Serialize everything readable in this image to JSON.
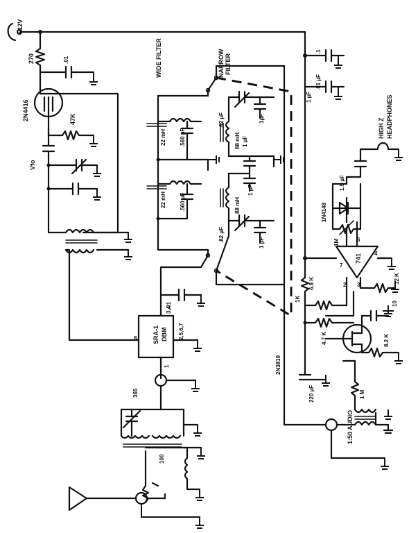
{
  "supply": {
    "label": "+12V"
  },
  "oscillator": {
    "transistor": "2N4416",
    "r_drain": "270",
    "c_bypass": ".01",
    "r_source": "47K",
    "c_var": "Vfo"
  },
  "mixer": {
    "name": "SRA-1",
    "sub": "DBM",
    "pin_8": "8",
    "pin_34": "3,4",
    "pin_2567": "2,5,6,7",
    "pin_1": "1",
    "c_out": ".01"
  },
  "front_end": {
    "cap": "365",
    "pot": "100"
  },
  "wide_filter": {
    "label": "WIDE FILTER",
    "l1": "22 mH",
    "l2": "22 mH",
    "c1": ".560 µF",
    "c2": ".560 µF"
  },
  "narrow_filter": {
    "label_1": "NARROW",
    "label_2": "FILTER",
    "c_top": ".82 µF",
    "c_bot": ".82 µF",
    "c_a": "1µF",
    "c_b": "1 µF",
    "c_c": "1 µF",
    "c_d": "1 µF",
    "l1": "88 mH",
    "l2": "88 mH"
  },
  "supply_bypass": {
    "c1": ".1",
    "c2": ".01 µF",
    "c3": "1 µF"
  },
  "audio": {
    "opamp": "741",
    "pin_2": "2",
    "pin_3": "3",
    "pin_4": "4",
    "pin_6": "6",
    "pin_7": "7",
    "r_fb": "1M",
    "diode": "1N4148",
    "c_out": "1.5 µF",
    "headphones_1": "HIGH Z",
    "headphones_2": "HEADPHONES",
    "r_1k": "1K",
    "r_68k": "6.8 K",
    "r_12k": "12 K",
    "c_10": "10",
    "r_47k": "4.7 K",
    "r_82k": "8.2 K",
    "fet": "2N3819",
    "c_220": "220 µF",
    "r_1m": "1 M",
    "xfmr": "1:50 AUDIO"
  }
}
